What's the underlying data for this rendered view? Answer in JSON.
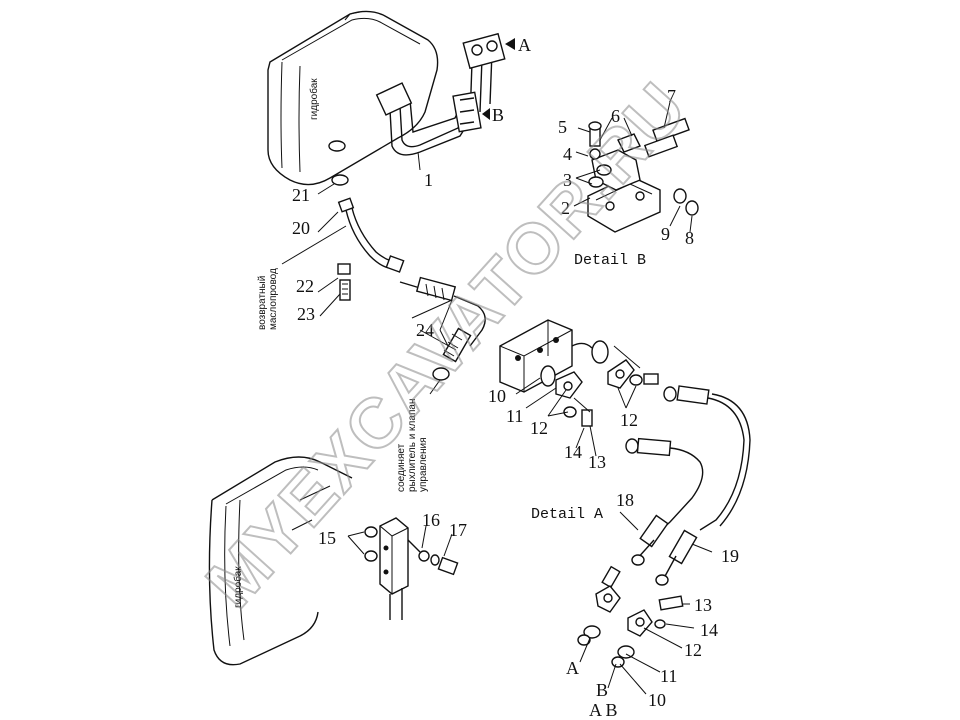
{
  "labels": {
    "arrow_a": "A",
    "arrow_b": "B",
    "n1": "1",
    "n2": "2",
    "n3": "3",
    "n4": "4",
    "n5": "5",
    "n6": "6",
    "n7": "7",
    "n8": "8",
    "n9": "9",
    "n10a": "10",
    "n11a": "11",
    "n12a": "12",
    "n12b": "12",
    "n13a": "13",
    "n14a": "14",
    "n15": "15",
    "n16": "16",
    "n17": "17",
    "n18": "18",
    "n19": "19",
    "n20": "20",
    "n21": "21",
    "n22": "22",
    "n23": "23",
    "n24": "24",
    "n13b": "13",
    "n14b": "14",
    "n12c": "12",
    "n11b": "11",
    "n10b": "10",
    "end_a": "A",
    "end_b": "B",
    "bottom_ab": "A B"
  },
  "details": {
    "detail_b": "Detail B",
    "detail_a": "Detail A"
  },
  "russian": {
    "tank_top": "гидробак",
    "tank_bottom": "гидробак",
    "return_line_1": "возвратный",
    "return_line_2": "маслопровод",
    "connects_1": "соединяет",
    "connects_2": "рыхлитель и клапан",
    "connects_3": "управления"
  },
  "watermark": "MYEXCAVATOR.RU"
}
